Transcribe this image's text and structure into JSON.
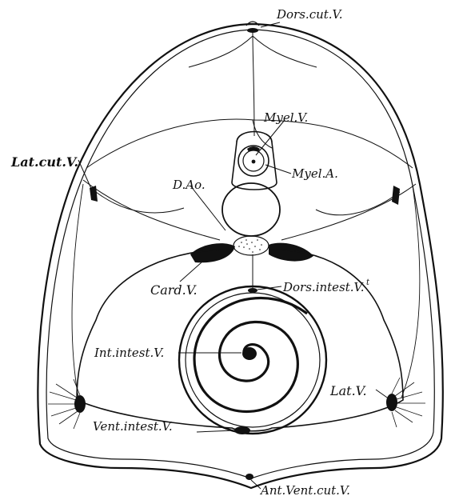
{
  "labels": {
    "dors_cut_v": "Dors.cut.V.",
    "lat_cut_v": "Lat.cut.V.",
    "myel_v": "Myel.V.",
    "myel_a": "Myel.A.",
    "d_ao": "D.Ao.",
    "card_v": "Card.V.",
    "dors_intest_v": "Dors.intest.V.",
    "dors_intest_v_superscript": "t",
    "int_intest_v": "Int.intest.V.",
    "lat_v": "Lat.V.",
    "vent_intest_v": "Vent.intest.V.",
    "ant_vent_cut_v": "Ant.Vent.cut.V."
  },
  "colors": {
    "ink": "#111111",
    "paper": "#ffffff"
  }
}
